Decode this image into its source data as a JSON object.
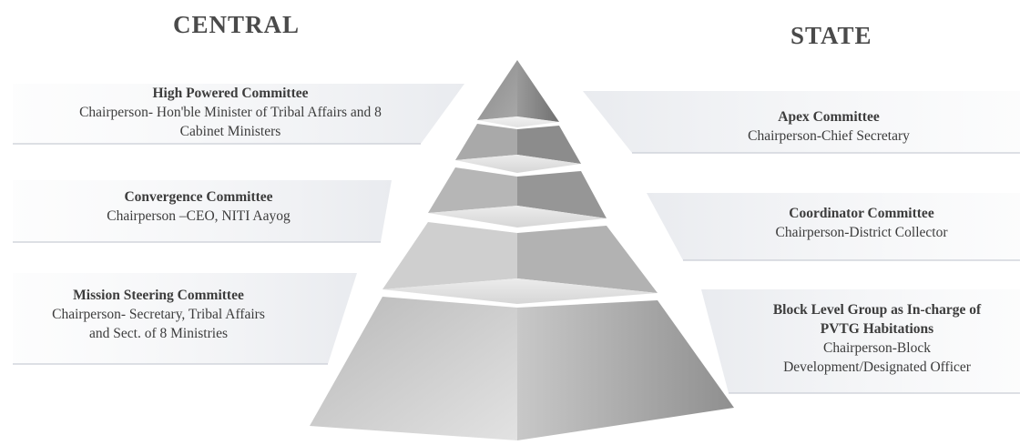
{
  "headings": {
    "central": "CENTRAL",
    "state": "STATE"
  },
  "central": [
    {
      "title": "High Powered Committee",
      "lines": [
        "Chairperson- Hon'ble Minister of Tribal Affairs and 8",
        "Cabinet Ministers"
      ]
    },
    {
      "title": "Convergence Committee",
      "lines": [
        "Chairperson –CEO, NITI Aayog"
      ]
    },
    {
      "title": "Mission Steering Committee",
      "lines": [
        "Chairperson- Secretary, Tribal Affairs",
        "and Sect. of 8 Ministries"
      ]
    }
  ],
  "state": [
    {
      "title": "Apex Committee",
      "lines": [
        "Chairperson-Chief Secretary"
      ]
    },
    {
      "title": "Coordinator Committee",
      "lines": [
        "Chairperson-District Collector"
      ]
    },
    {
      "title_lines": [
        "Block Level Group as In-charge of",
        "PVTG Habitations"
      ],
      "lines": [
        "Chairperson-Block",
        "Development/Designated Officer"
      ]
    }
  ],
  "colors": {
    "pyramid_dark": "#7d7d7d",
    "pyramid_light": "#e4e4e4",
    "band": "#e8eaee"
  }
}
